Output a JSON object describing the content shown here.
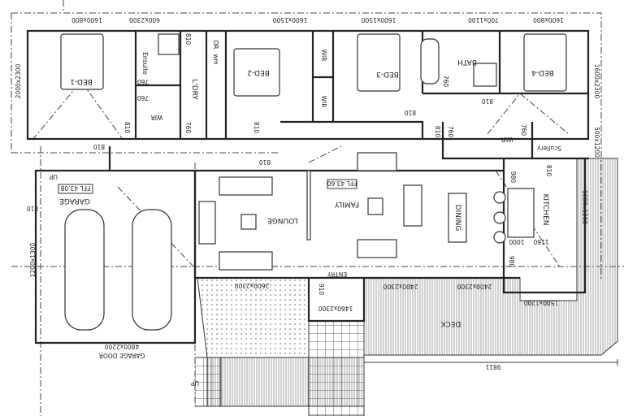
{
  "rooms": {
    "bed1": "BED-1",
    "bed2": "BED-2",
    "bed3": "BED-3",
    "bed4": "BED-4",
    "ensuite": "Ensuite",
    "wir1": "WIR",
    "laundry": "L'DRY",
    "dryer": "DR",
    "washer": "wm",
    "wir2a": "WIR",
    "wir2b": "WIR",
    "bath": "BATH",
    "wir4": "WIR",
    "scullery": "Scullery",
    "garage": "GARAGE",
    "lounge": "LOUNGE",
    "family": "FAMILY",
    "dining": "DINING",
    "kitchen": "KITCHEN",
    "entry": "ENTRY",
    "deck": "DECK",
    "up1": "UP",
    "up2": "UP",
    "ffl_garage": "FFL 43.08",
    "ffl_family": "FFL 43.60",
    "garage_door": "GARAGE DOOR"
  },
  "dimensions": {
    "w_bed1": "1600x800",
    "w_ensuite": "600x2300",
    "w_bed2": "1600x1500",
    "w_bed3": "1600x1500",
    "w_bath": "700x1100",
    "w_bed4": "1600x800",
    "w_bed1_side": "2000x2300",
    "w_bed4_side": "1600x2300",
    "w_scullery": "500x1200",
    "w_kitchen": "1600x1200",
    "w_garage_side": "1200x1300",
    "w_lounge": "2600x2300",
    "w_family1": "2400x2300",
    "w_family2": "2400x2300",
    "w_entry": "1460x2300",
    "w_kitchen_sink": "1500x1200",
    "garage_door": "4800x2200",
    "deck_length": "9811",
    "d_760a": "760",
    "d_760b": "760",
    "d_810a": "810",
    "d_760c": "760",
    "d_810b": "810",
    "d_810c": "810",
    "d_810d": "810",
    "d_760d": "760",
    "d_810e": "810",
    "d_810f": "810",
    "d_760e": "760",
    "d_810g": "810",
    "d_810h": "810",
    "d_760f": "760",
    "d_810i": "810",
    "d_810j": "810",
    "d_910": "910",
    "k_980a": "980",
    "k_1000": "1000",
    "k_1160": "1160",
    "k_980b": "980"
  }
}
